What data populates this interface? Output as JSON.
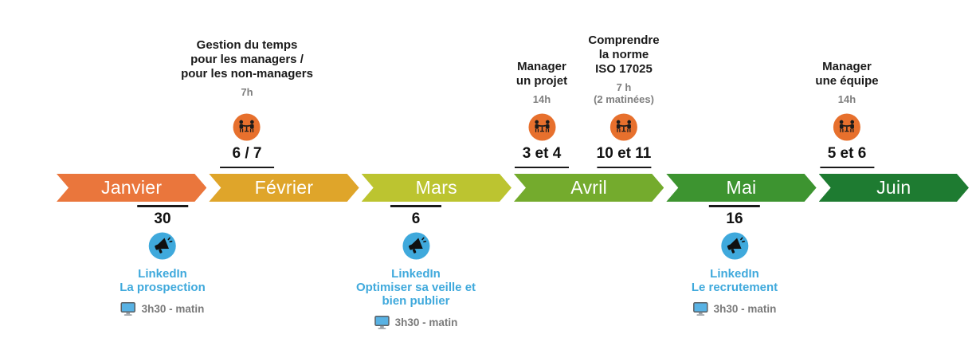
{
  "colors": {
    "training_icon_bg": "#E7702D",
    "webinar_icon_bg": "#3FA9DC",
    "linkedin_text": "#3FA9DC",
    "muted_text": "#7F7F7F"
  },
  "timeline": {
    "months": [
      {
        "label": "Janvier",
        "color": "#EA763C"
      },
      {
        "label": "Février",
        "color": "#DFA52A"
      },
      {
        "label": "Mars",
        "color": "#BCC430"
      },
      {
        "label": "Avril",
        "color": "#74AB2D"
      },
      {
        "label": "Mai",
        "color": "#3D9430"
      },
      {
        "label": "Juin",
        "color": "#1E7B31"
      }
    ]
  },
  "top_events": [
    {
      "title_lines": [
        "Gestion du temps",
        "pour les managers /",
        "pour les non-managers"
      ],
      "duration": "7h",
      "day": "6 / 7",
      "icon": "meeting-icon"
    },
    {
      "title_lines": [
        "Manager",
        "un projet"
      ],
      "duration": "14h",
      "day": "3 et 4",
      "icon": "meeting-icon"
    },
    {
      "title_lines": [
        "Comprendre",
        "la norme",
        "ISO 17025"
      ],
      "duration": "7 h",
      "duration_note": "(2 matinées)",
      "day": "10 et 11",
      "icon": "meeting-icon"
    },
    {
      "title_lines": [
        "Manager",
        "une équipe"
      ],
      "duration": "14h",
      "day": "5 et 6",
      "icon": "meeting-icon"
    }
  ],
  "bottom_events": [
    {
      "day": "30",
      "title_lines": [
        "LinkedIn",
        "La prospection"
      ],
      "duration": "3h30 - matin",
      "icon": "megaphone-icon"
    },
    {
      "day": "6",
      "title_lines": [
        "LinkedIn",
        "Optimiser sa veille et",
        "bien publier"
      ],
      "duration": "3h30 - matin",
      "icon": "megaphone-icon"
    },
    {
      "day": "16",
      "title_lines": [
        "LinkedIn",
        "Le recrutement"
      ],
      "duration": "3h30 - matin",
      "icon": "megaphone-icon"
    }
  ]
}
